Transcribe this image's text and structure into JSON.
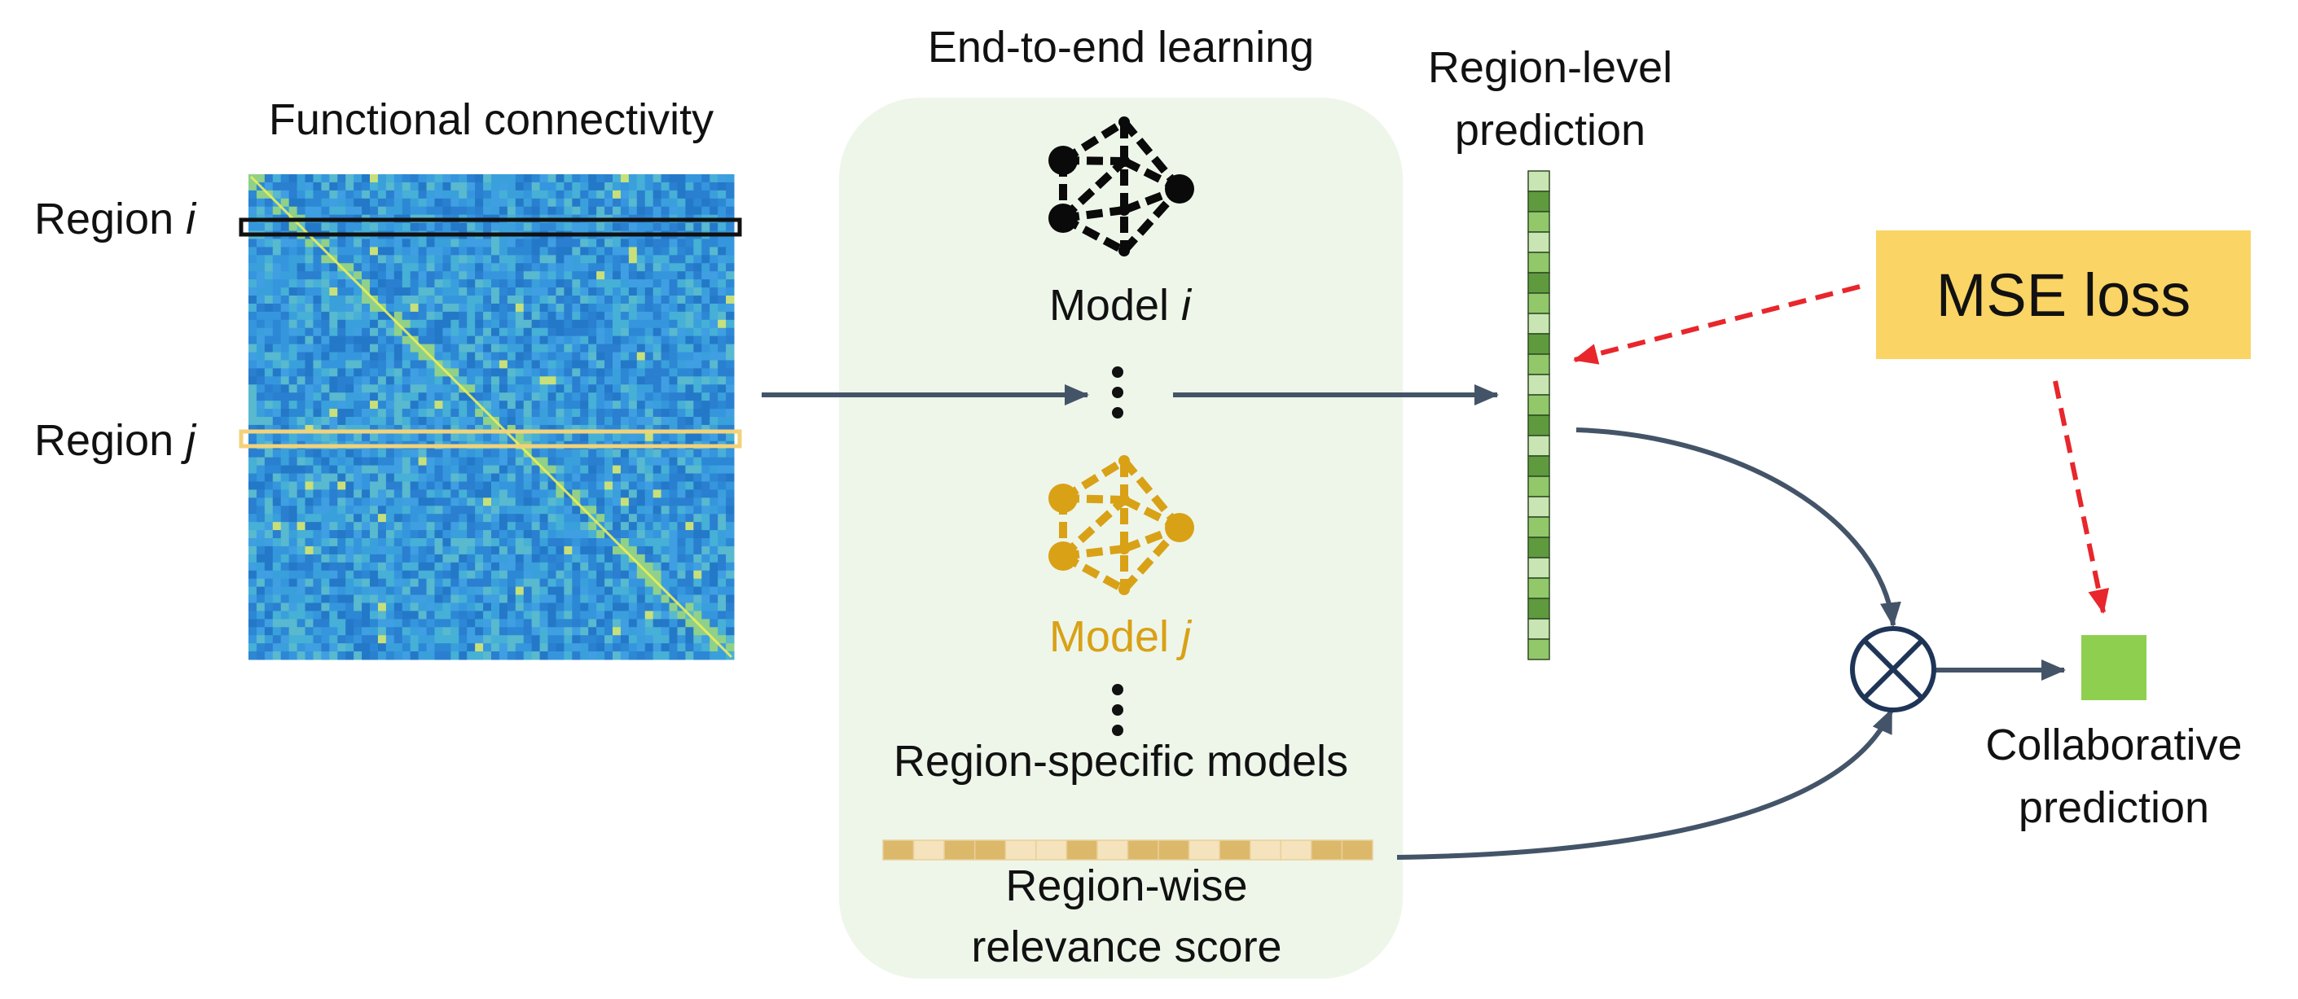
{
  "colors": {
    "panel_bg": "#eef6ea",
    "arrow": "#445468",
    "loss_arrow": "#e8262b",
    "model_i": "#0a0a0a",
    "model_j": "#d9a116",
    "region_j_box": "#f2d27a",
    "loss_box": "#fad464",
    "output_square": "#8fcf50",
    "matrix_base": "#2f8fd8",
    "level_dark": "#5f9a3e",
    "level_mid": "#92c86a",
    "level_light": "#c9e5b4",
    "relevance_dark": "#dcb86a",
    "relevance_light": "#f5e3bd"
  },
  "labels": {
    "section_title": "End-to-end learning",
    "fc_title": "Functional connectivity",
    "region_i_prefix": "Region ",
    "region_i_var": "i",
    "region_j_prefix": "Region ",
    "region_j_var": "j",
    "model_i_prefix": "Model ",
    "model_i_var": "i",
    "model_j_prefix": "Model ",
    "model_j_var": "j",
    "region_specific_models": "Region-specific models",
    "region_level_line1": "Region-level",
    "region_level_line2": "prediction",
    "mse_loss": "MSE loss",
    "relevance_line1": "Region-wise",
    "relevance_line2": "relevance score",
    "collab_line1": "Collaborative",
    "collab_line2": "prediction"
  },
  "icons": {
    "model_i": "neural-network-icon",
    "model_j": "neural-network-icon",
    "multiply": "circled-times-icon"
  }
}
